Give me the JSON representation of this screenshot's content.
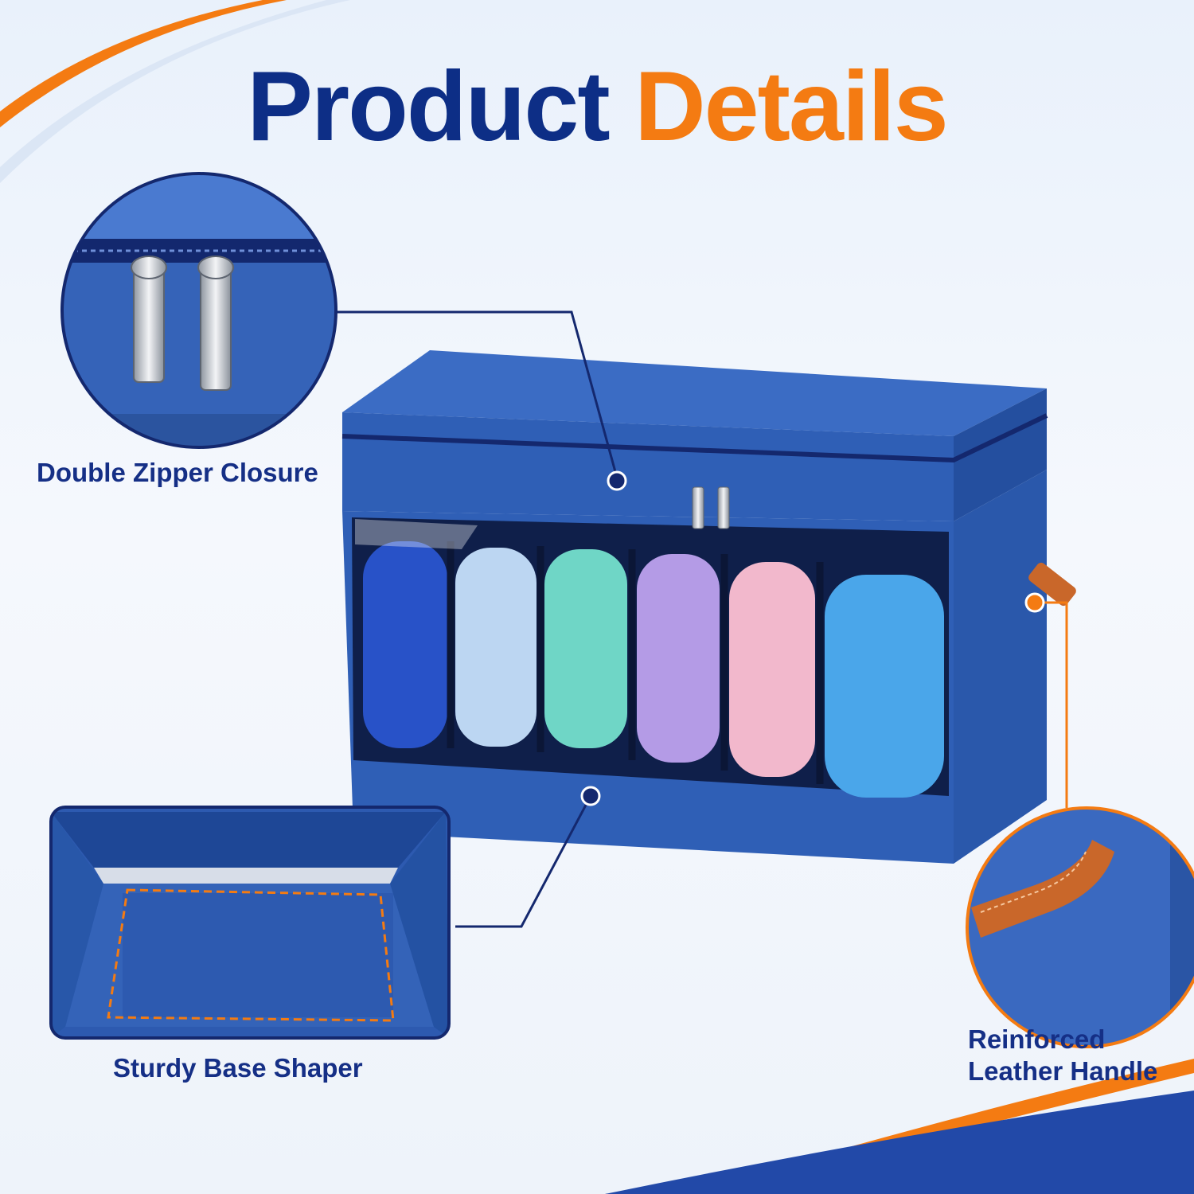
{
  "heading": {
    "word1": "Product",
    "word2": "Details"
  },
  "callouts": {
    "zipper": "Double Zipper Closure",
    "base": "Sturdy Base Shaper",
    "handle_line1": "Reinforced",
    "handle_line2": "Leather Handle"
  },
  "colors": {
    "navy": "#0d2e86",
    "orange": "#f47b12",
    "box_blue": "#2f5fb6",
    "leather": "#c9672a"
  },
  "spools": [
    {
      "name": "blue",
      "color": "#2852c8"
    },
    {
      "name": "light-blue",
      "color": "#bcd6f2"
    },
    {
      "name": "teal",
      "color": "#6fd6c6"
    },
    {
      "name": "lavender",
      "color": "#b49be6"
    },
    {
      "name": "pink",
      "color": "#f2b8cc"
    },
    {
      "name": "sky-blue",
      "color": "#4aa6ea"
    }
  ]
}
